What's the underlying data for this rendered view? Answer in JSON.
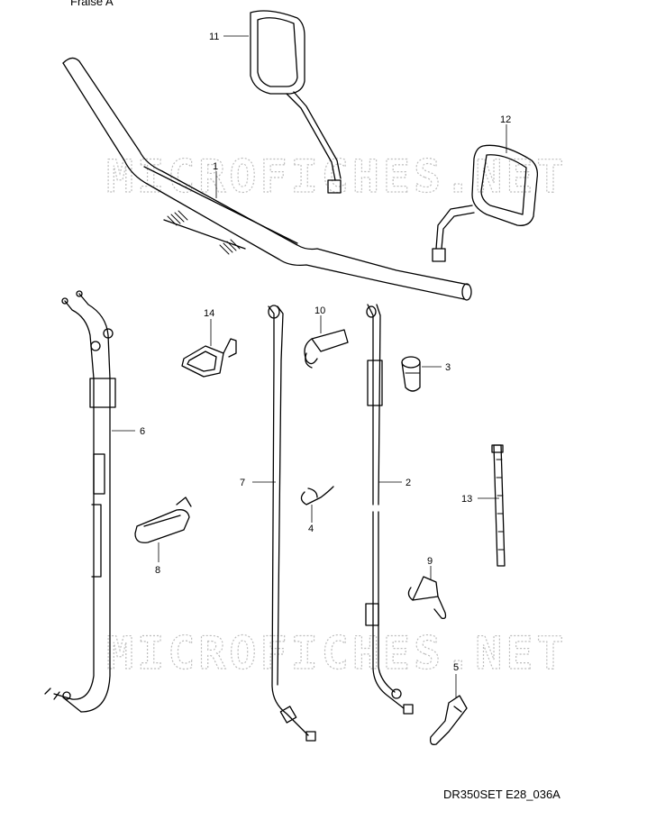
{
  "header_fragment": "Fraise A",
  "watermark_text": "MICROFICHES.NET",
  "diagram_code": "DR350SET E28_036A",
  "callouts": {
    "c1": "1",
    "c2": "2",
    "c3": "3",
    "c4": "4",
    "c5": "5",
    "c6": "6",
    "c7": "7",
    "c8": "8",
    "c9": "9",
    "c10": "10",
    "c11": "11",
    "c12": "12",
    "c13": "13",
    "c14": "14"
  }
}
